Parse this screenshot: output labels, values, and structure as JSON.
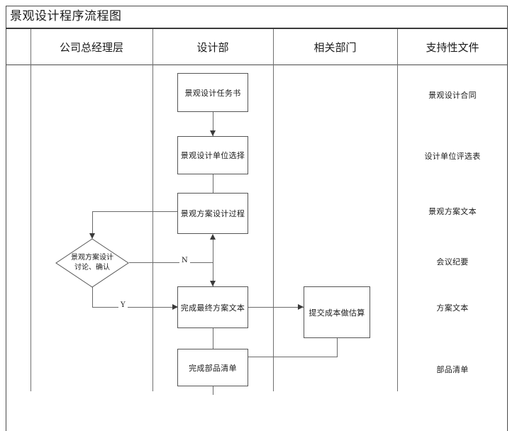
{
  "document": {
    "title": "景观设计程序流程图"
  },
  "table": {
    "columns": [
      {
        "label": "公司总经理层"
      },
      {
        "label": "设计部"
      },
      {
        "label": "相关部门"
      },
      {
        "label": "支持性文件"
      }
    ]
  },
  "flow": {
    "nodes": [
      {
        "id": "task-brief",
        "label": "景观设计任务书",
        "shape": "rect",
        "lane": "design"
      },
      {
        "id": "unit-selection",
        "label": "景观设计单位选择",
        "shape": "rect",
        "lane": "design"
      },
      {
        "id": "scheme-process",
        "label": "景观方案设计过程",
        "shape": "rect",
        "lane": "design"
      },
      {
        "id": "scheme-review",
        "label": "景观方案设计\n讨论、确认",
        "shape": "diamond",
        "lane": "management"
      },
      {
        "id": "scheme-review-l1",
        "label": "景观方案设计",
        "shape": "text",
        "lane": "management"
      },
      {
        "id": "scheme-review-l2",
        "label": "讨论、确认",
        "shape": "text",
        "lane": "management"
      },
      {
        "id": "final-text",
        "label": "完成最终方案文本",
        "shape": "rect",
        "lane": "design"
      },
      {
        "id": "cost-estimate",
        "label": "提交成本做估算",
        "shape": "rect",
        "lane": "related"
      },
      {
        "id": "parts-list",
        "label": "完成部品清单",
        "shape": "rect",
        "lane": "design"
      }
    ],
    "edge_labels": {
      "no": "N",
      "yes": "Y"
    }
  },
  "documents": [
    {
      "label": "景观设计合同"
    },
    {
      "label": "设计单位评选表"
    },
    {
      "label": "景观方案文本"
    },
    {
      "label": "会议纪要"
    },
    {
      "label": "方案文本"
    },
    {
      "label": "部品清单"
    }
  ],
  "colors": {
    "border": "#4a4a4a",
    "line": "#6a6a6a",
    "arrow": "#3a3a3a",
    "text": "#1a1a1a",
    "background": "#ffffff"
  }
}
